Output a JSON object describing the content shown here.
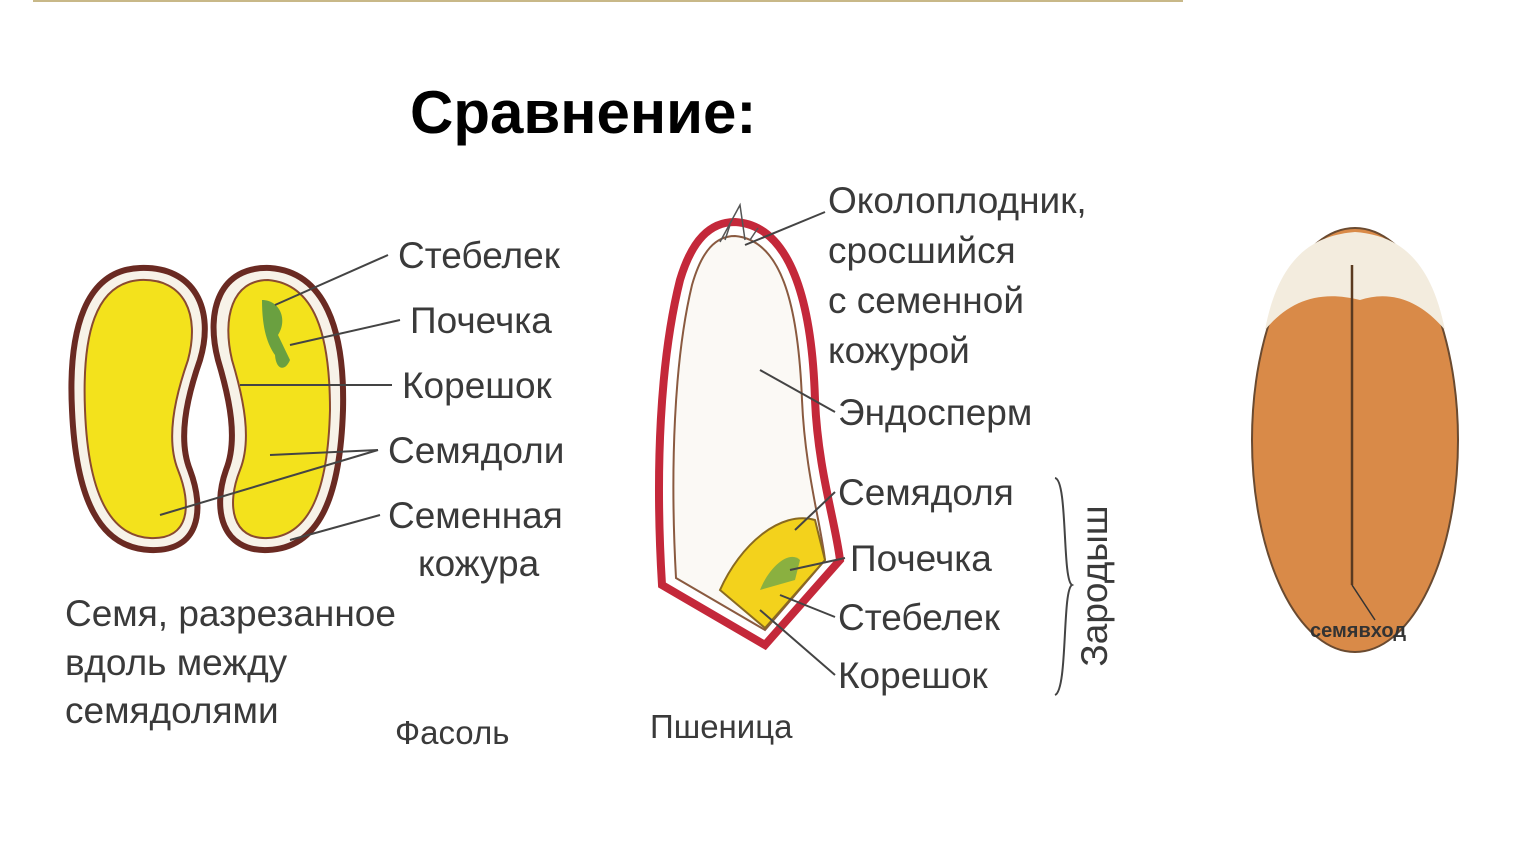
{
  "title": "Сравнение:",
  "bean": {
    "labels": [
      "Стебелек",
      "Почечка",
      "Корешок",
      "Семядоли",
      "Семенная",
      "кожура"
    ],
    "caption": [
      "Семя, разрезанное",
      "вдоль между",
      "семядолями"
    ],
    "name": "Фасоль"
  },
  "wheat": {
    "pericarp": [
      "Околоплодник,",
      "сросшийся",
      "с семенной",
      "кожурой"
    ],
    "endosperm": "Эндосперм",
    "embryo_parts": [
      "Семядоля",
      "Почечка",
      "Стебелек",
      "Корешок"
    ],
    "embryo": "Зародыш",
    "name": "Пшеница"
  },
  "grain": {
    "micropyle": "семявход"
  },
  "colors": {
    "cotyledon": "#f3e21c",
    "coat": "#7a2a20",
    "pericarp": "#c4283a",
    "grain": "#d98a48"
  }
}
